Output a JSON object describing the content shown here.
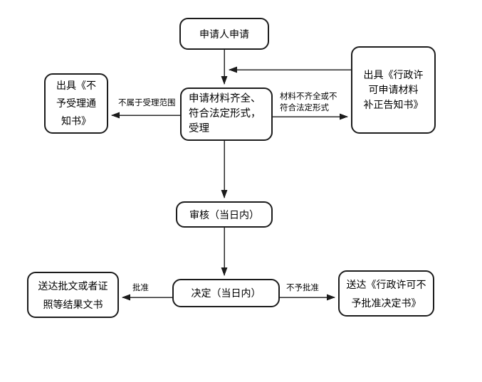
{
  "flowchart": {
    "nodes": {
      "apply": {
        "lines": [
          "申请人申请"
        ]
      },
      "accept": {
        "lines": [
          "申请材料齐全、",
          "符合法定形式，",
          "受理"
        ]
      },
      "reject_notice": {
        "lines": [
          "出具《不",
          "予受理通",
          "知书》"
        ]
      },
      "correction_notice": {
        "lines": [
          "出具《行政许",
          "可申请材料",
          "补正告知书》"
        ]
      },
      "review": {
        "lines": [
          "审核（当日内）"
        ]
      },
      "decide": {
        "lines": [
          "决定（当日内）"
        ]
      },
      "deliver_result": {
        "lines": [
          "送达批文或者证",
          "照等结果文书"
        ]
      },
      "deliver_denial": {
        "lines": [
          "送达《行政许可不",
          "予批准决定书》"
        ]
      }
    },
    "edge_labels": {
      "not_in_scope": "不属于受理范围",
      "materials_incomplete_line1": "材料不齐全或不",
      "materials_incomplete_line2": "符合法定形式",
      "approved": "批准",
      "not_approved": "不予批准"
    },
    "colors": {
      "line": "#2a2a2a",
      "border": "#1c1c1c",
      "background": "#ffffff",
      "text": "#000000"
    }
  }
}
